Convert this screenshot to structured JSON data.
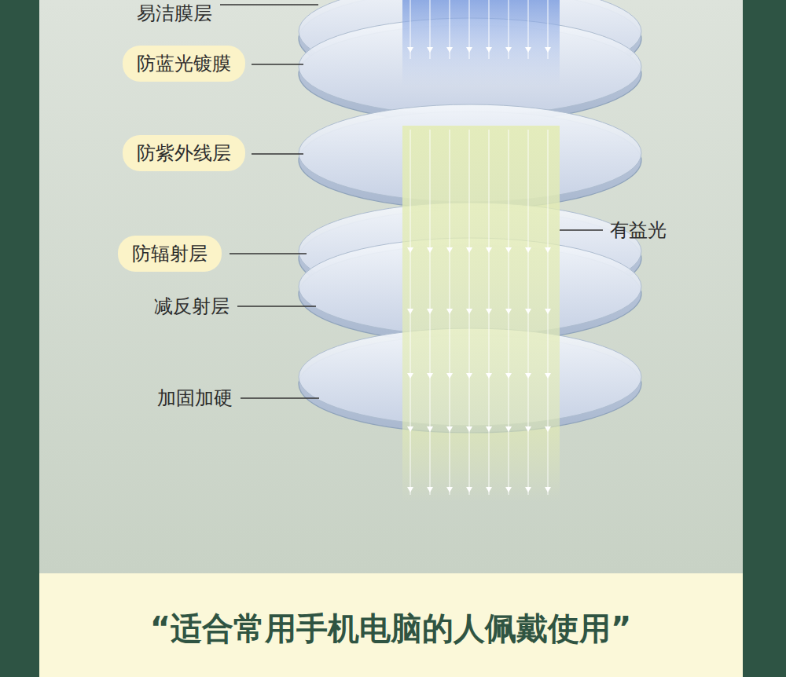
{
  "diagram": {
    "caption": "“适合常用手机电脑的人佩戴使用”",
    "nodes": [
      {
        "text": [
          "防蓝光镀膜"
        ]
      },
      {
        "text": [
          "防紫外线层"
        ]
      },
      {
        "text": [
          "防辐射层"
        ]
      }
    ],
    "labels": [
      "易洁膜层",
      "有益光",
      "减反射层",
      "加固加硬"
    ]
  }
}
